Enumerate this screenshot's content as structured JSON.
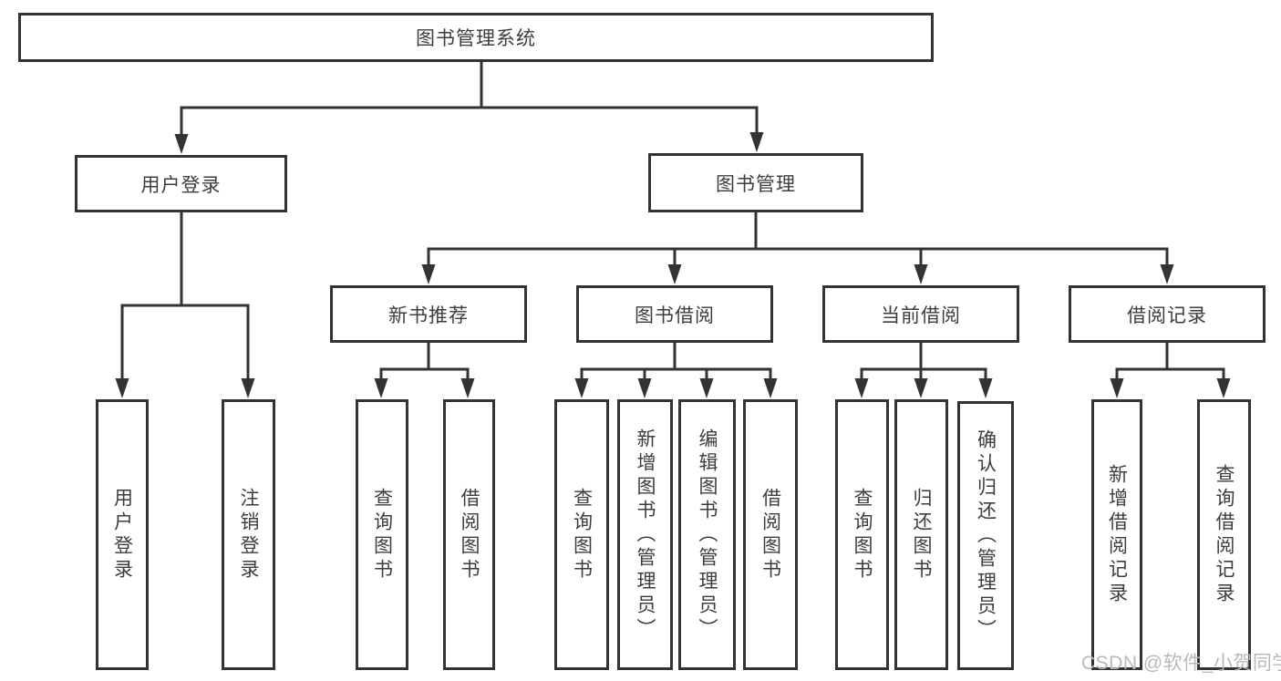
{
  "diagram_title": "图书管理系统",
  "watermark": "CSDN @软件_小贺同学",
  "colors": {
    "line": "#333333",
    "box_border": "#333333",
    "box_fill": "#ffffff",
    "label_text": "#3d3d3d",
    "watermark_text": "#b9b9b9",
    "background": "#ffffff"
  },
  "nodes": {
    "root": {
      "label": "图书管理系统"
    },
    "branches": [
      {
        "label": "用户登录",
        "children": [
          "用户登录",
          "注销登录"
        ]
      },
      {
        "label": "图书管理",
        "groups": [
          {
            "label": "新书推荐",
            "children": [
              "查询图书",
              "借阅图书"
            ]
          },
          {
            "label": "图书借阅",
            "children": [
              "查询图书",
              "新增图书（管理员）",
              "编辑图书（管理员）",
              "借阅图书"
            ]
          },
          {
            "label": "当前借阅",
            "children": [
              "查询图书",
              "归还图书",
              "确认归还（管理员）"
            ]
          },
          {
            "label": "借阅记录",
            "children": [
              "新增借阅记录",
              "查询借阅记录"
            ]
          }
        ]
      }
    ]
  }
}
